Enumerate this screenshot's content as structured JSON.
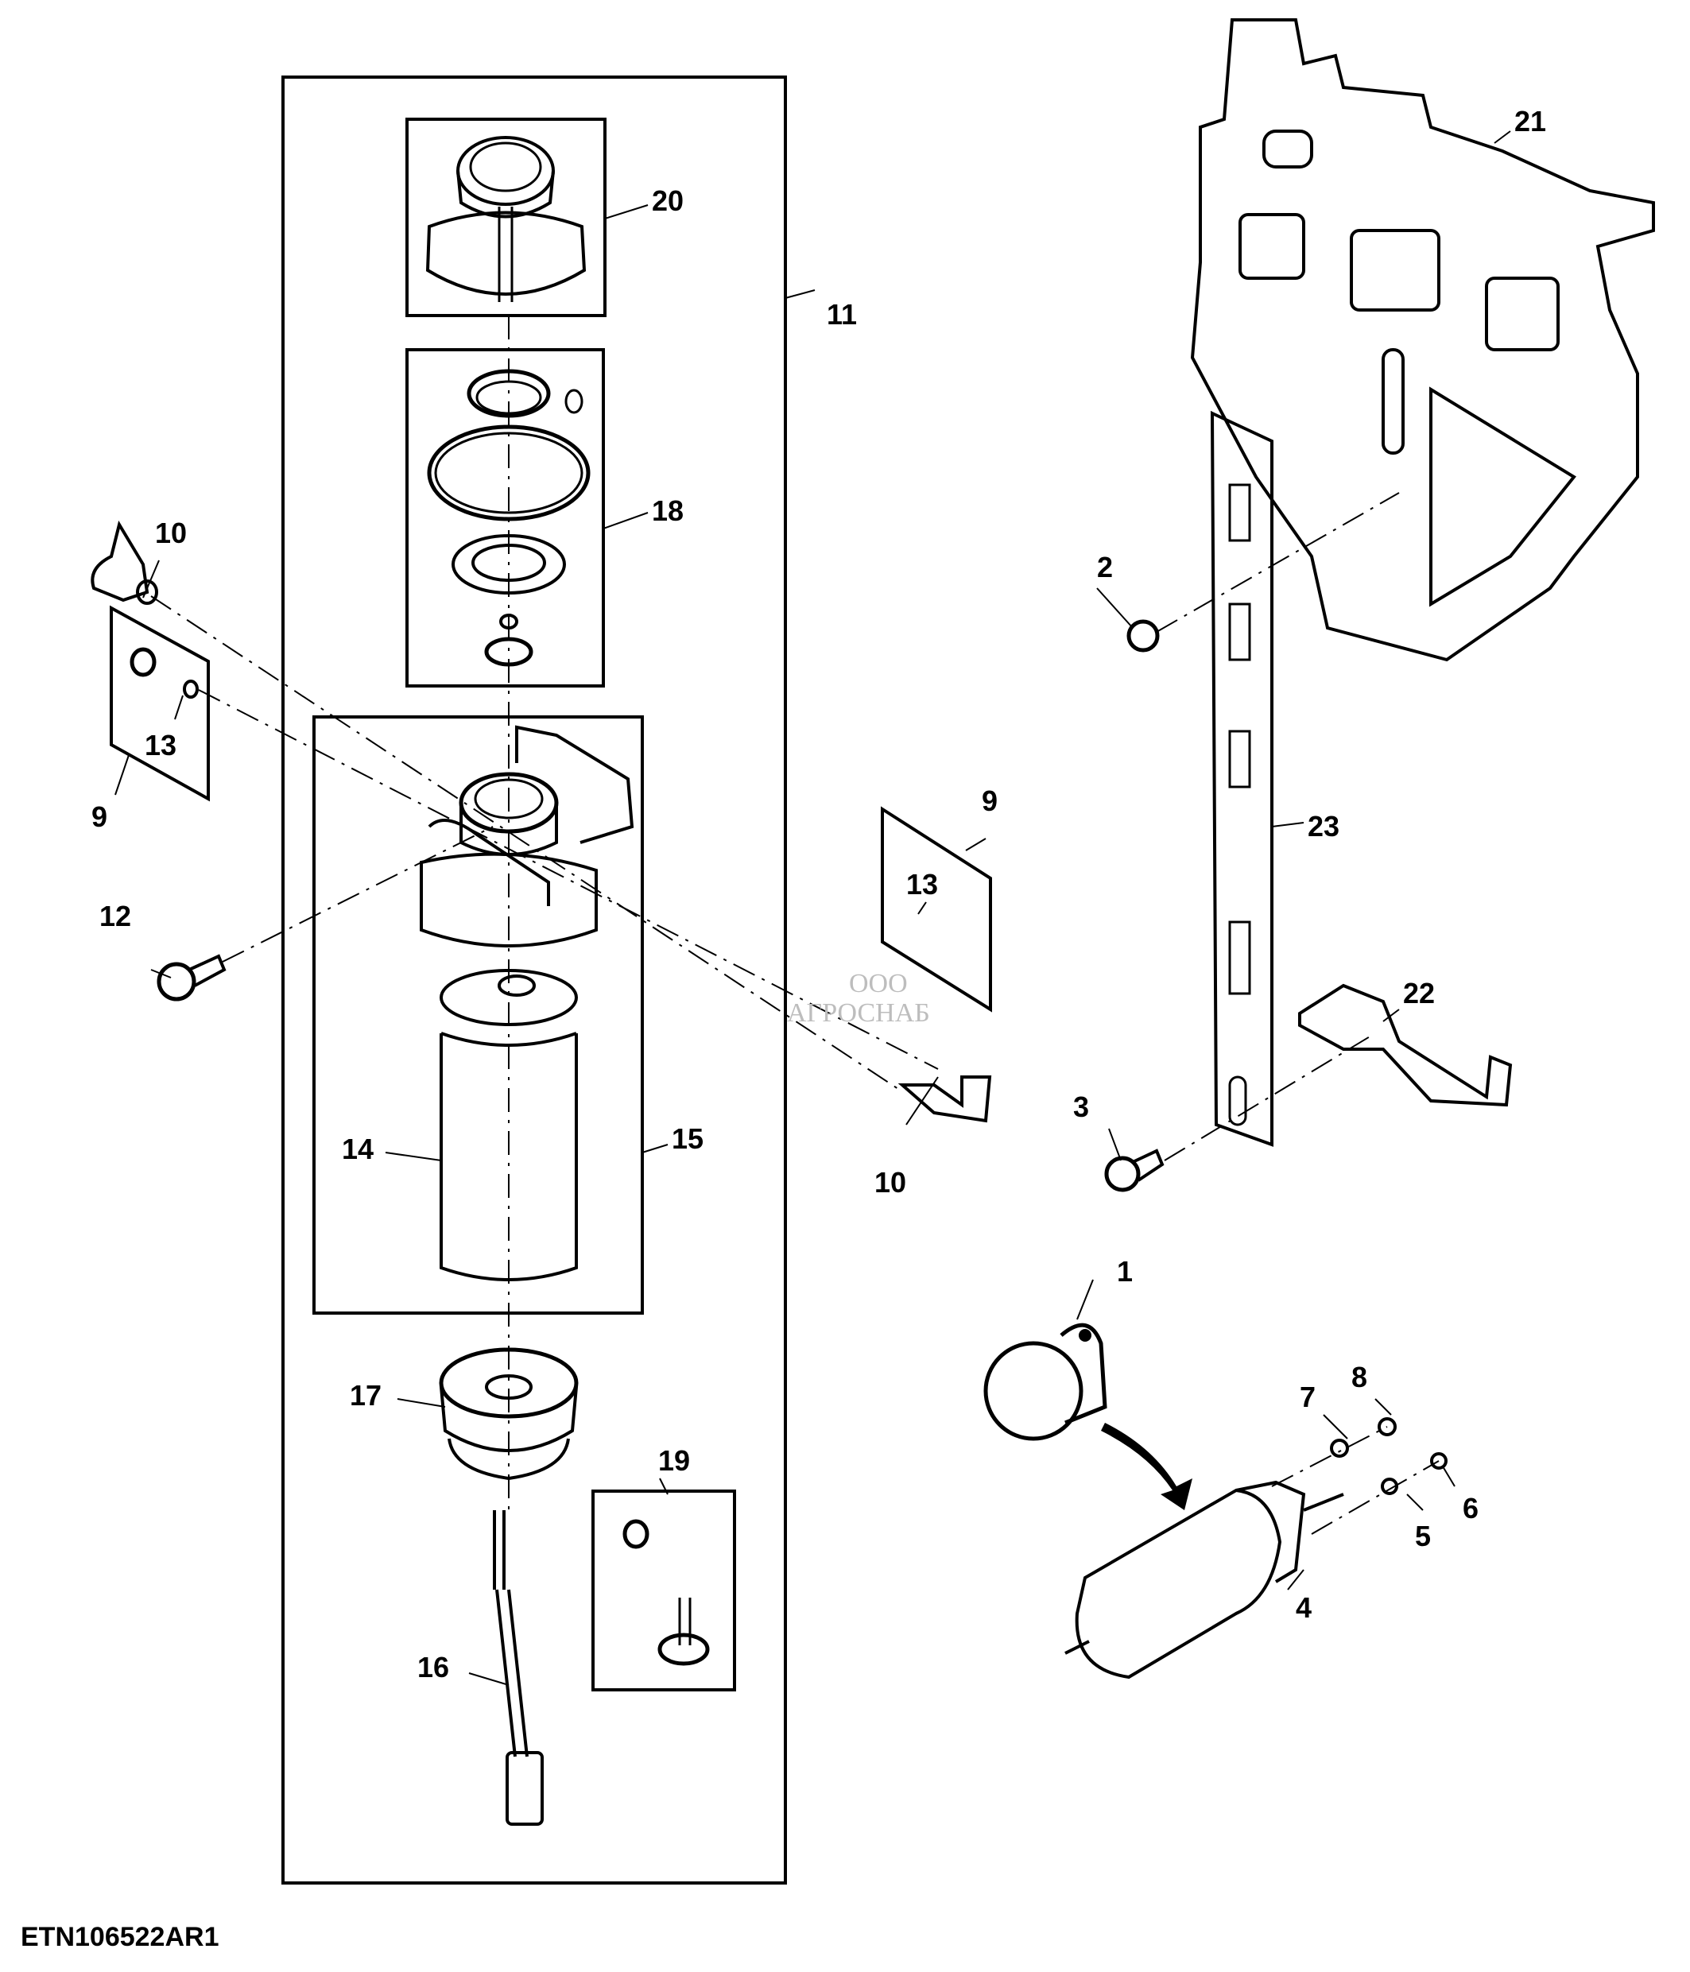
{
  "diagram": {
    "code": "ETN106522AR1",
    "watermark": {
      "prefix": "ООО",
      "name": "АГРОСНАБ"
    },
    "callouts": {
      "c1": "1",
      "c2": "2",
      "c3": "3",
      "c4": "4",
      "c5": "5",
      "c6": "6",
      "c7": "7",
      "c8": "8",
      "c9a": "9",
      "c9b": "9",
      "c10a": "10",
      "c10b": "10",
      "c11": "11",
      "c12": "12",
      "c13a": "13",
      "c13b": "13",
      "c14": "14",
      "c15": "15",
      "c16": "16",
      "c17": "17",
      "c18": "18",
      "c19": "19",
      "c20": "20",
      "c21": "21",
      "c22": "22",
      "c23": "23"
    }
  }
}
